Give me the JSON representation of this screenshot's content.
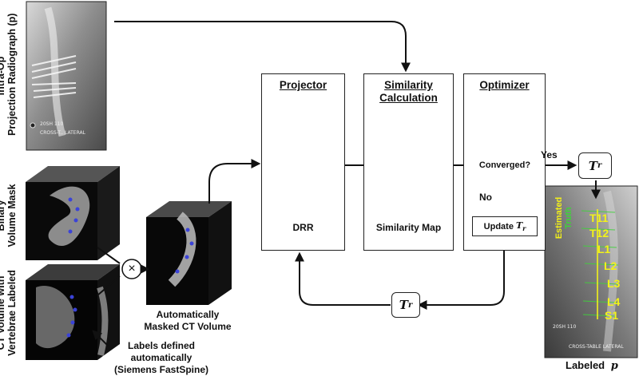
{
  "side_labels": {
    "radiograph": [
      "Intra-Op",
      "Projection Radiograph (p)"
    ],
    "mask": [
      "Binary",
      "Volume Mask"
    ],
    "ct": [
      "CT Volume with",
      "Vertebrae Labeled"
    ]
  },
  "radiograph_text": {
    "line1": "20SH 110",
    "line2": "CROSS-T..  LATERAL"
  },
  "operator": "×",
  "masked_caption": [
    "Automatically",
    "Masked CT Volume"
  ],
  "labels_caption": [
    "Labels defined",
    "automatically",
    "(Siemens FastSpine)"
  ],
  "projector": {
    "title": "Projector",
    "caption": "DRR"
  },
  "similarity": {
    "title": [
      "Similarity",
      "Calculation"
    ],
    "caption": "Similarity Map"
  },
  "optimizer": {
    "title": "Optimizer",
    "decision": "Converged?",
    "no": "No",
    "yes": "Yes",
    "update": {
      "prefix": "Update",
      "var": "T",
      "sub": "r"
    }
  },
  "transform": {
    "var": "T",
    "sub": "r"
  },
  "labeled_output": {
    "caption_prefix": "Labeled",
    "caption_var": "p",
    "legend": [
      "Estimated",
      "Truth"
    ],
    "vertebrae": [
      "T11",
      "T12",
      "L1",
      "L2",
      "L3",
      "L4",
      "S1"
    ],
    "footer": [
      "20SH 110",
      "CROSS-TABLE  LATERAL"
    ]
  },
  "colors": {
    "vertebra_label": "#f2f21a",
    "truth": "#3fd23a",
    "box_border": "#222222"
  }
}
